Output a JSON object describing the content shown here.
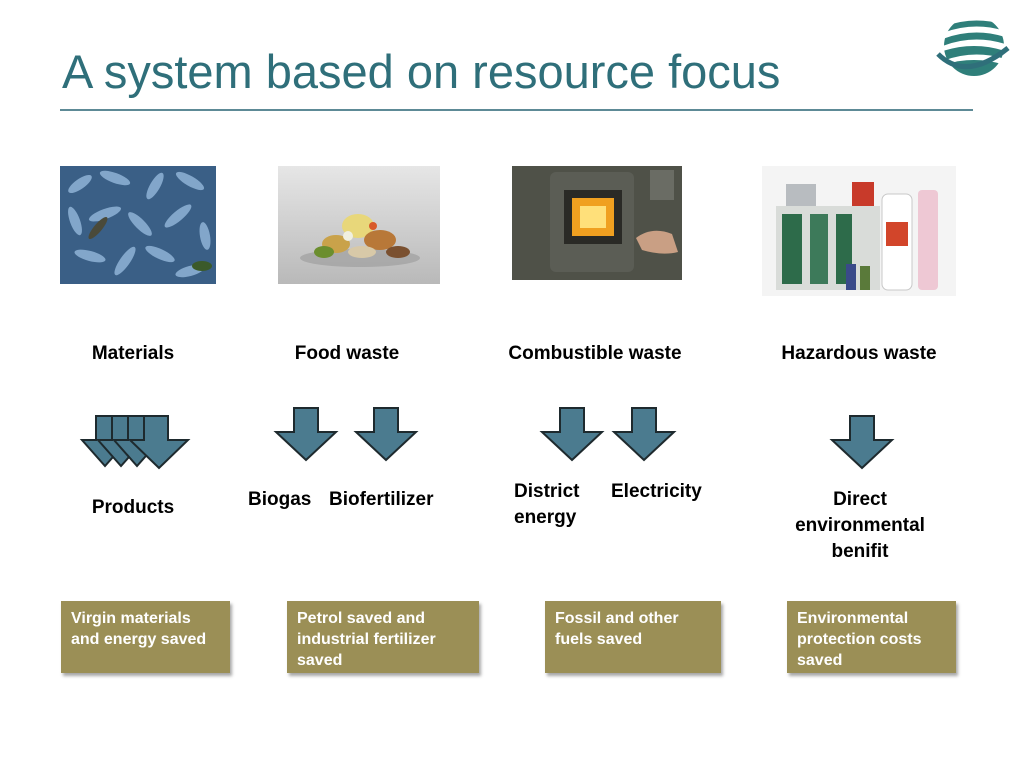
{
  "title": "A system based on resource focus",
  "logo_icon": "wave-globe-logo",
  "accent_color": "#2f6f7a",
  "arrow_color": "#4b7b8f",
  "box_color": "#9b8f56",
  "columns": [
    {
      "category": "Materials",
      "photo": "plastic-bottles-photo",
      "outputs": [
        "Products"
      ],
      "saving": "Virgin materials and energy saved"
    },
    {
      "category": "Food waste",
      "photo": "food-scraps-photo",
      "outputs": [
        "Biogas",
        "Biofertilizer"
      ],
      "saving": "Petrol saved and industrial fertilizer saved"
    },
    {
      "category": "Combustible waste",
      "photo": "furnace-photo",
      "outputs": [
        "District energy",
        "Electricity"
      ],
      "saving": "Fossil and other fuels saved"
    },
    {
      "category": "Hazardous waste",
      "photo": "chemical-containers-photo",
      "outputs": [
        "Direct environmental benifit"
      ],
      "saving": "Environmental protection costs saved"
    }
  ]
}
